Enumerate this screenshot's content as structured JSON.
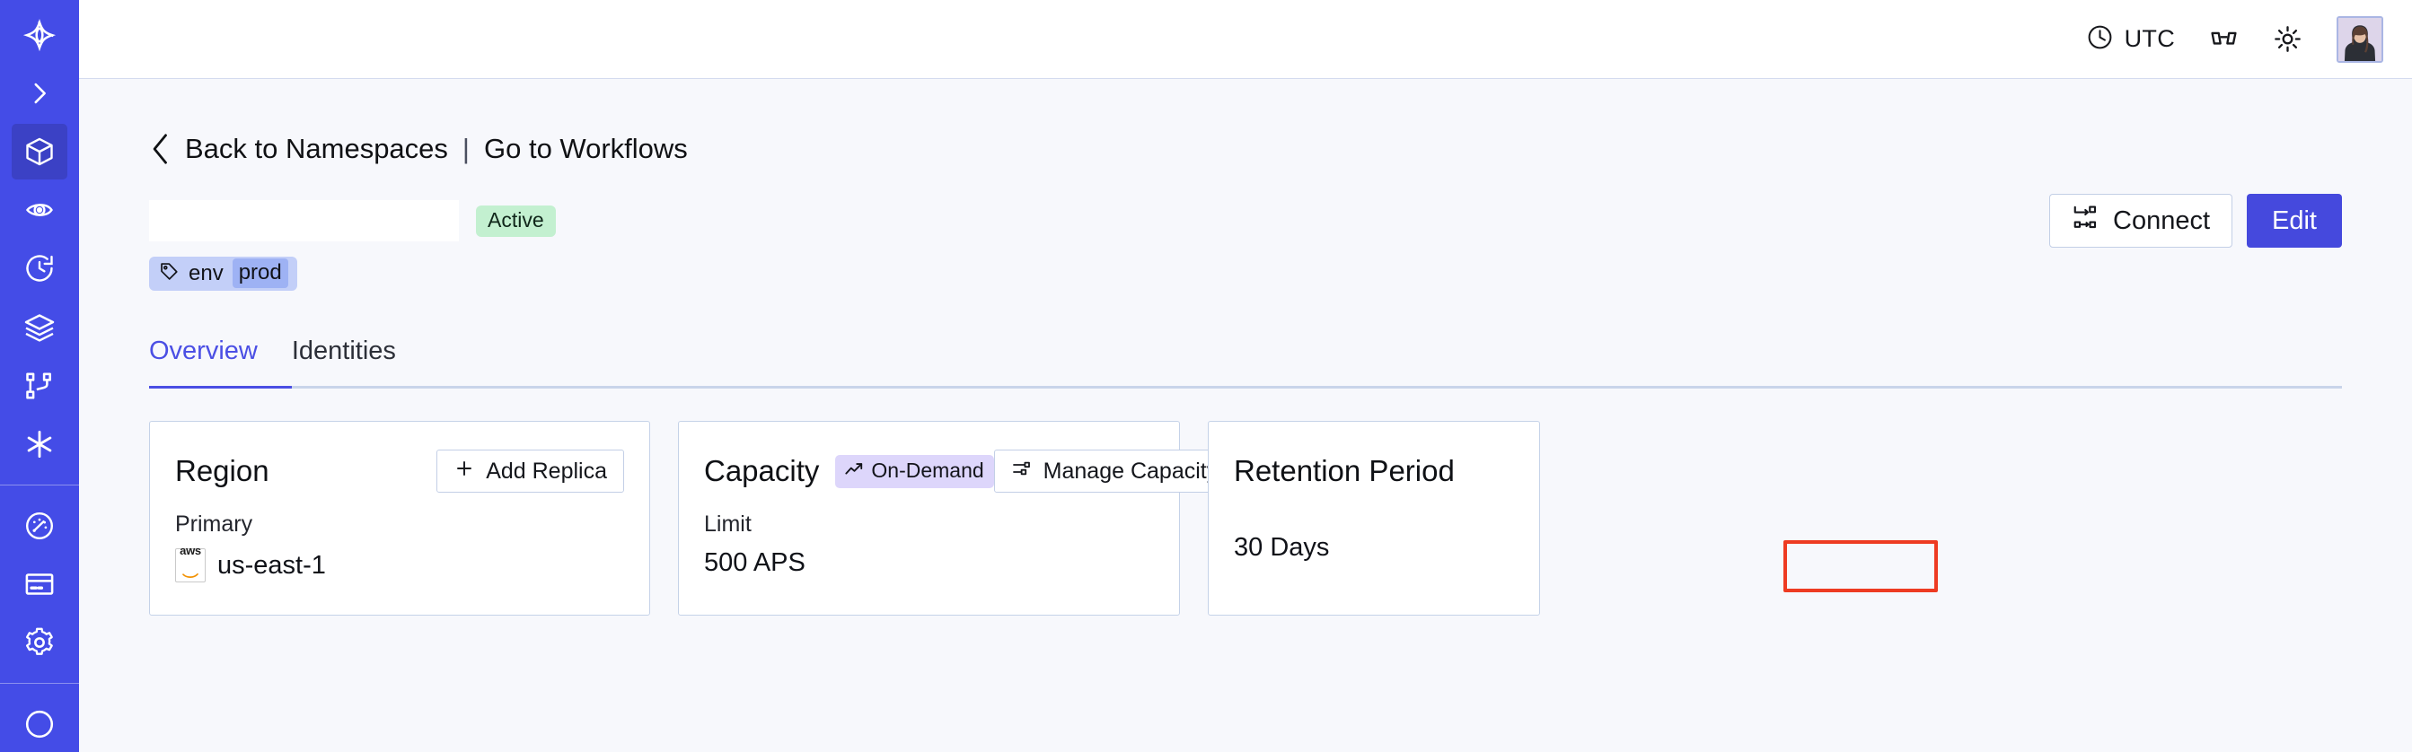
{
  "sidebar": {
    "items": [
      {
        "name": "temporal-logo-icon",
        "label": "Temporal"
      },
      {
        "name": "expand-chevron-icon",
        "label": "Expand navigation"
      },
      {
        "name": "namespaces-cube-icon",
        "label": "Namespaces",
        "active": true
      },
      {
        "name": "observability-eye-icon",
        "label": "Observability"
      },
      {
        "name": "history-clock-icon",
        "label": "History"
      },
      {
        "name": "layers-icon",
        "label": "Layers"
      },
      {
        "name": "workflows-graph-icon",
        "label": "Workflows"
      },
      {
        "name": "asterisk-icon",
        "label": "Nexus"
      },
      {
        "name": "usage-gauge-icon",
        "label": "Usage"
      },
      {
        "name": "billing-card-icon",
        "label": "Billing"
      },
      {
        "name": "settings-gear-icon",
        "label": "Settings"
      }
    ]
  },
  "topbar": {
    "timezone_label": "UTC",
    "timezone_icon": "clock-icon",
    "reading_icon": "glasses-icon",
    "theme_icon": "sun-icon",
    "avatar_name": "user-avatar"
  },
  "breadcrumb": {
    "back_icon": "chevron-left-icon",
    "back_label": "Back to Namespaces",
    "separator": "|",
    "forward_label": "Go to Workflows"
  },
  "header": {
    "namespace_title": "",
    "status": "Active",
    "connect_label": "Connect",
    "connect_icon": "connect-flow-icon",
    "edit_label": "Edit",
    "tag": {
      "icon": "tag-icon",
      "key": "env",
      "value": "prod"
    }
  },
  "tabs": [
    {
      "label": "Overview",
      "active": true
    },
    {
      "label": "Identities",
      "active": false
    }
  ],
  "cards": {
    "region": {
      "title": "Region",
      "action_label": "Add Replica",
      "action_icon": "plus-icon",
      "sub_label": "Primary",
      "provider_icon": "aws-logo-icon",
      "value": "us-east-1"
    },
    "capacity": {
      "title": "Capacity",
      "badge_label": "On-Demand",
      "badge_icon": "trending-up-icon",
      "action_label": "Manage Capacity",
      "action_icon": "sliders-icon",
      "sub_label": "Limit",
      "value": "500 APS",
      "highlighted": true
    },
    "retention": {
      "title": "Retention Period",
      "value": "30 Days"
    }
  },
  "colors": {
    "brand_indigo": "#444ce7",
    "accent_tab": "#4b4fe4",
    "status_active_bg": "#c3f0d0",
    "badge_ondemand_bg": "#ddd6fb",
    "tag_bg": "#c3cff8",
    "annotation_red": "#ee3b22",
    "page_bg": "#f7f8fc",
    "card_border": "#c5d2e8"
  }
}
